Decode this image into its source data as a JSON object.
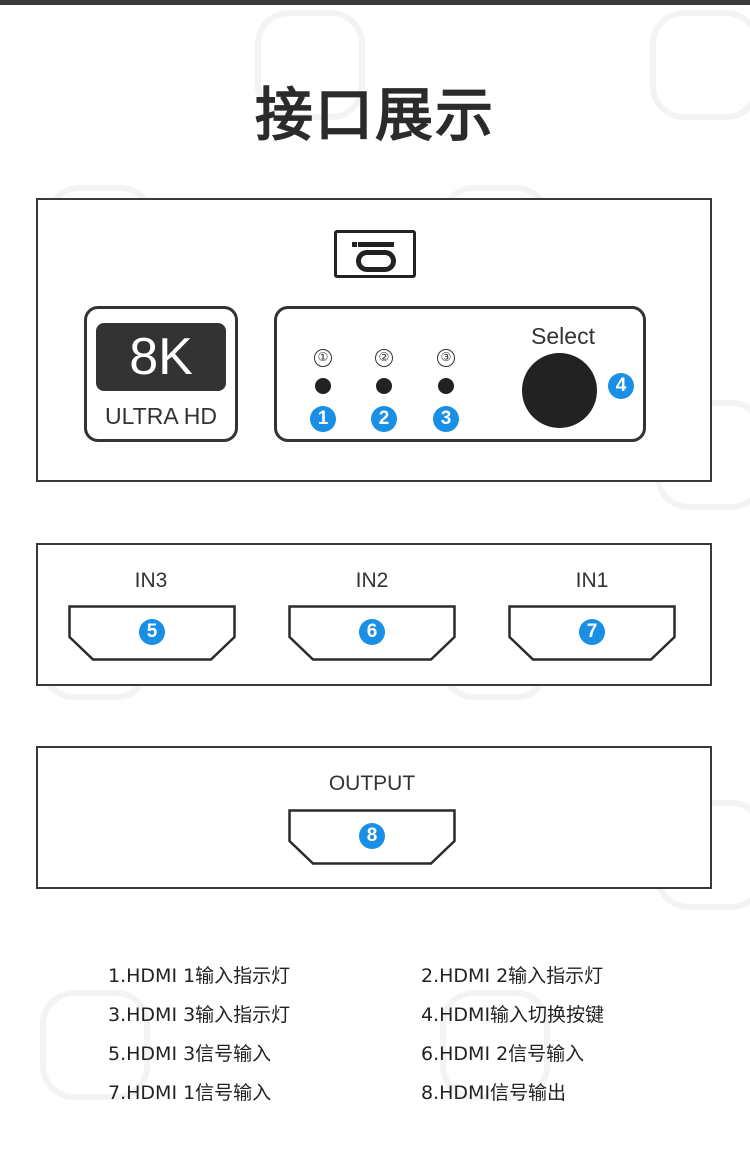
{
  "title": "接口展示",
  "front_panel": {
    "badge_main": "8K",
    "badge_sub": "ULTRA HD",
    "leds": [
      {
        "number": "①",
        "marker": "1"
      },
      {
        "number": "②",
        "marker": "2"
      },
      {
        "number": "③",
        "marker": "3"
      }
    ],
    "select_label": "Select",
    "select_marker": "4"
  },
  "input_panel": {
    "ports": [
      {
        "label": "IN3",
        "marker": "5"
      },
      {
        "label": "IN2",
        "marker": "6"
      },
      {
        "label": "IN1",
        "marker": "7"
      }
    ]
  },
  "output_panel": {
    "label": "OUTPUT",
    "marker": "8"
  },
  "legend": [
    "1.HDMI 1输入指示灯",
    "2.HDMI 2输入指示灯",
    "3.HDMI 3输入指示灯",
    "4.HDMI输入切换按键",
    "5.HDMI 3信号输入",
    "6.HDMI 2信号输入",
    "7.HDMI 1信号输入",
    "8.HDMI信号输出"
  ],
  "colors": {
    "marker": "#1a8fe6",
    "panel_border": "#3a3a3a",
    "dark": "#222222"
  },
  "icons": {
    "logo": "brand-logo-icon",
    "port": "hdmi-port-icon",
    "led": "led-indicator-icon",
    "button": "select-button-icon"
  }
}
